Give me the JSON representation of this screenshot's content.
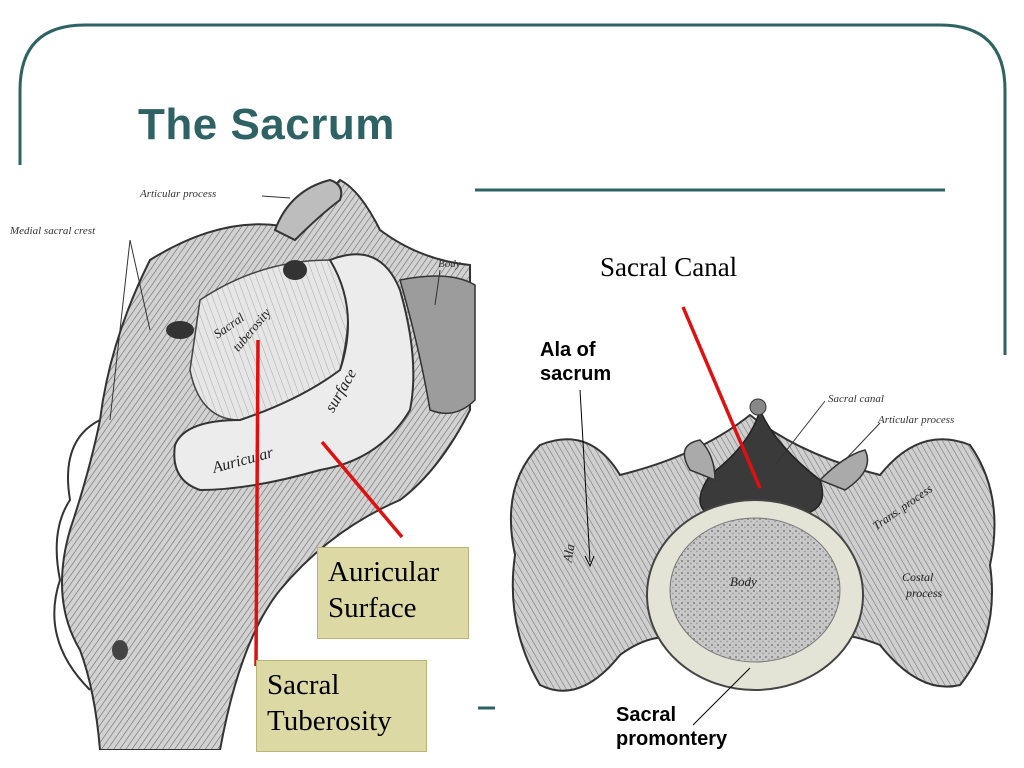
{
  "slide": {
    "title": "The Sacrum",
    "accent_color": "#2f6264",
    "label_box_color": "#dcd9a5",
    "pointer_color": "#e01010"
  },
  "left_figure": {
    "engraving_labels": {
      "articular_process": "Articular process",
      "medial_sacral_crest": "Medial sacral crest",
      "body": "Body",
      "sacral": "Sacral",
      "tuberosity": "tuberosity",
      "auricular": "Auricular",
      "surface": "surface"
    },
    "boxes": {
      "auricular_surface": {
        "line1": "Auricular",
        "line2": "Surface"
      },
      "sacral_tuberosity": {
        "line1": "Sacral",
        "line2": "Tuberosity"
      }
    }
  },
  "right_figure": {
    "sacral_canal_label": "Sacral Canal",
    "ala_label_line1": "Ala of",
    "ala_label_line2": "sacrum",
    "promontory_line1": "Sacral",
    "promontory_line2": "promontery",
    "engraving_labels": {
      "sacral_canal": "Sacral canal",
      "articular_process": "Articular process",
      "trans_process": "Trans. process",
      "costal": "Costal",
      "process": "process",
      "body": "Body",
      "ala": "Ala"
    }
  }
}
